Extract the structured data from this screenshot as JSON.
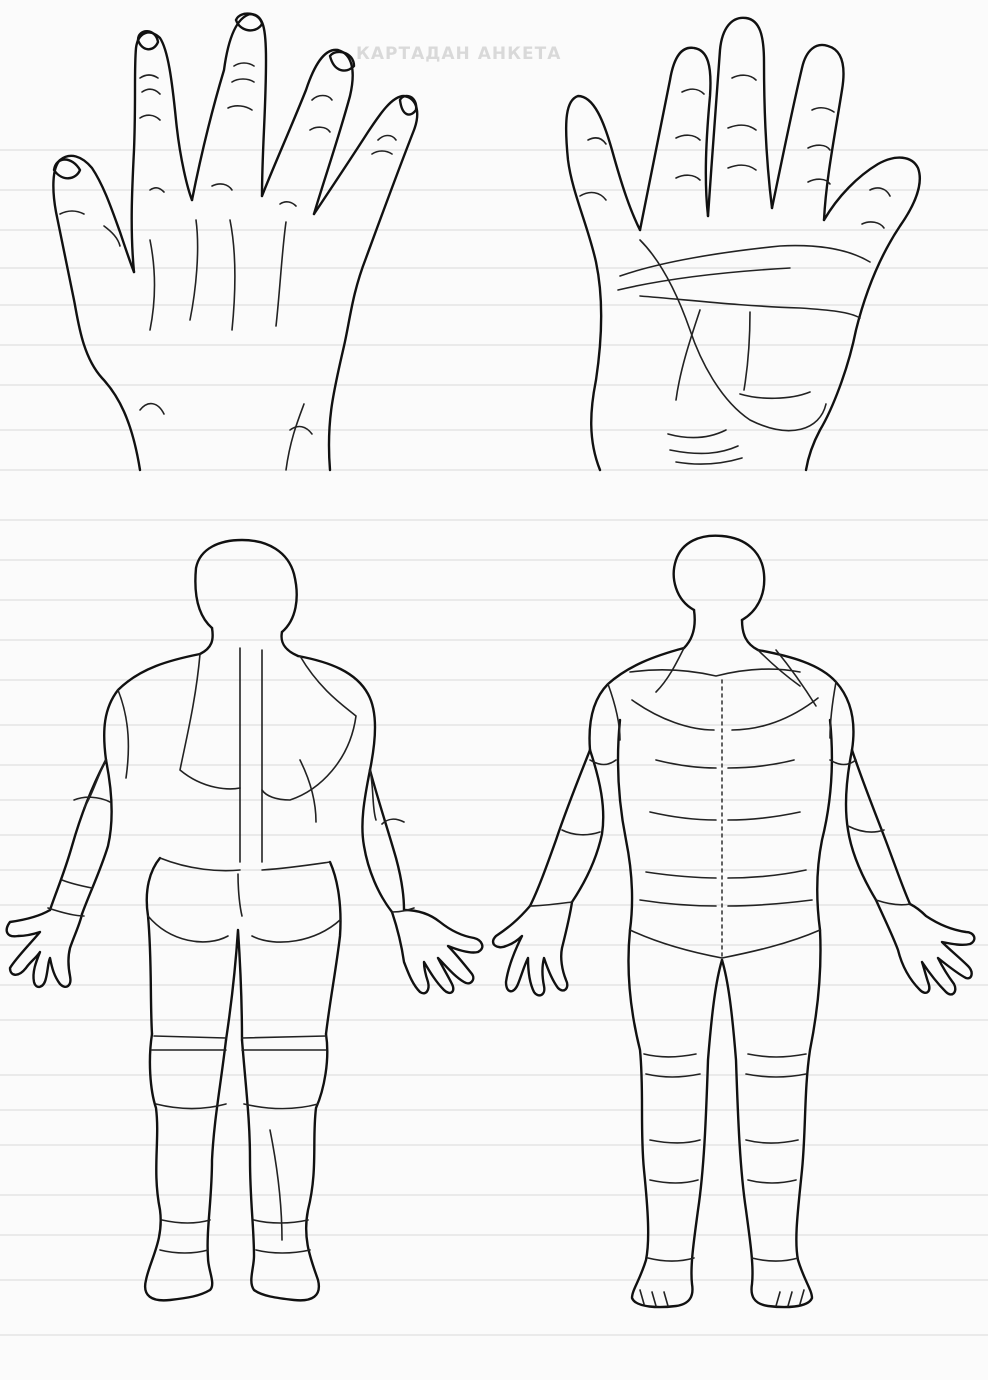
{
  "document": {
    "background_form_title": "КАРТАДАН АНКЕТА"
  },
  "colors": {
    "ink": "#111111",
    "paper": "#fbfbfb",
    "ghost_text": "#9a9a9a"
  },
  "figures": [
    {
      "id": "hand-back",
      "icon": "hand-dorsal-outline"
    },
    {
      "id": "hand-palm",
      "icon": "hand-palmar-outline"
    },
    {
      "id": "body-back",
      "icon": "body-posterior-outline"
    },
    {
      "id": "body-front",
      "icon": "body-anterior-outline"
    }
  ]
}
